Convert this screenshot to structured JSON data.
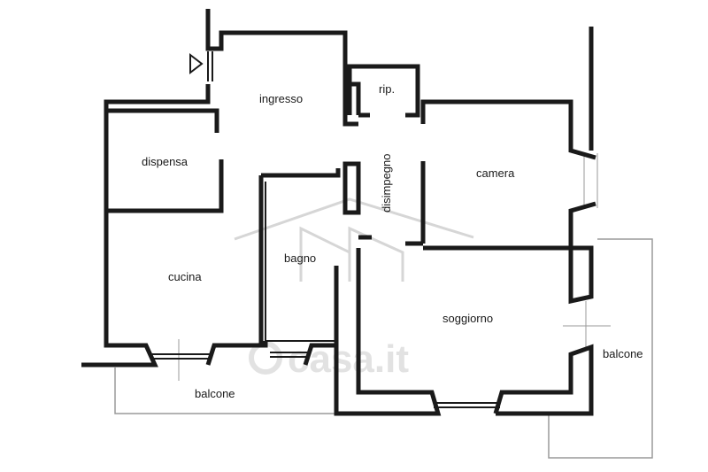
{
  "rooms": {
    "ingresso": "ingresso",
    "rip": "rip.",
    "dispensa": "dispensa",
    "disimpegno": "disimpegno",
    "camera": "camera",
    "cucina": "cucina",
    "bagno": "bagno",
    "soggiorno": "soggiorno",
    "balcone_bottom": "balcone",
    "balcone_right": "balcone"
  },
  "watermark": {
    "text": "casa.it"
  },
  "colors": {
    "wall": "#1a1a1a",
    "balcony": "#9a9a9a",
    "watermark": "#e2e2e2"
  }
}
